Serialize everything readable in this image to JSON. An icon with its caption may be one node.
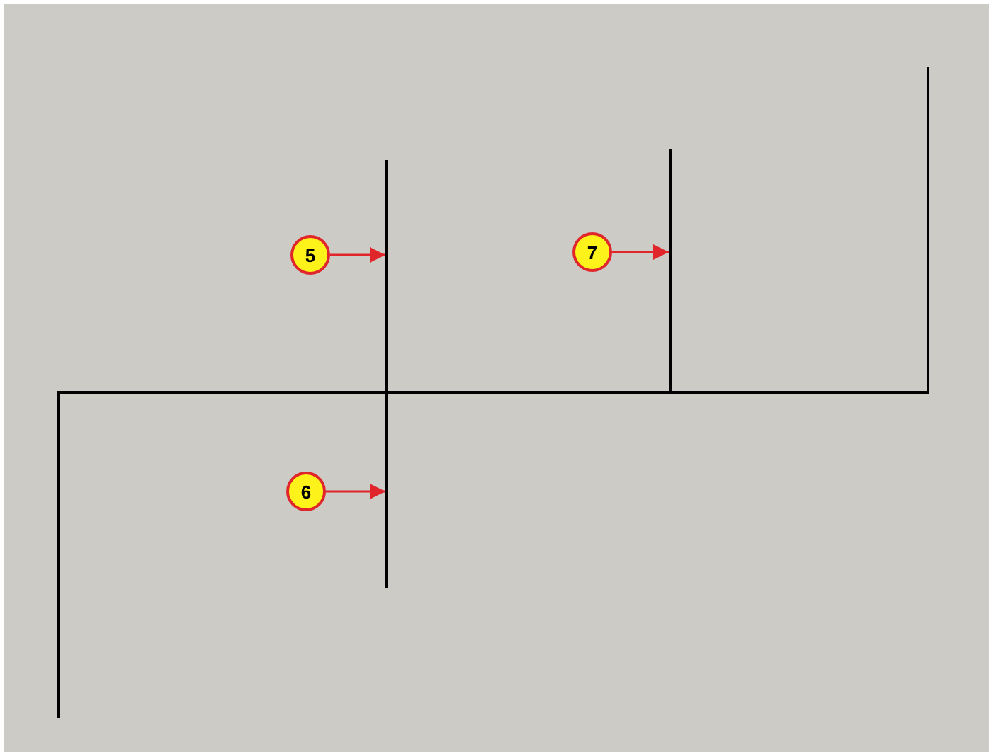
{
  "diagram": {
    "nodes": [
      {
        "text": [
          "5"
        ]
      },
      {
        "text": [],
        "shape": "line"
      },
      {
        "text": [
          "7"
        ]
      },
      {
        "text": [],
        "shape": "line"
      },
      {
        "text": [
          "6"
        ]
      },
      {
        "text": [],
        "shape": "line"
      }
    ],
    "edges": [
      {
        "from": 0,
        "to": 1,
        "arrow": "to"
      },
      {
        "from": 2,
        "to": 3,
        "arrow": "to"
      },
      {
        "from": 4,
        "to": 5,
        "arrow": "to"
      }
    ]
  }
}
